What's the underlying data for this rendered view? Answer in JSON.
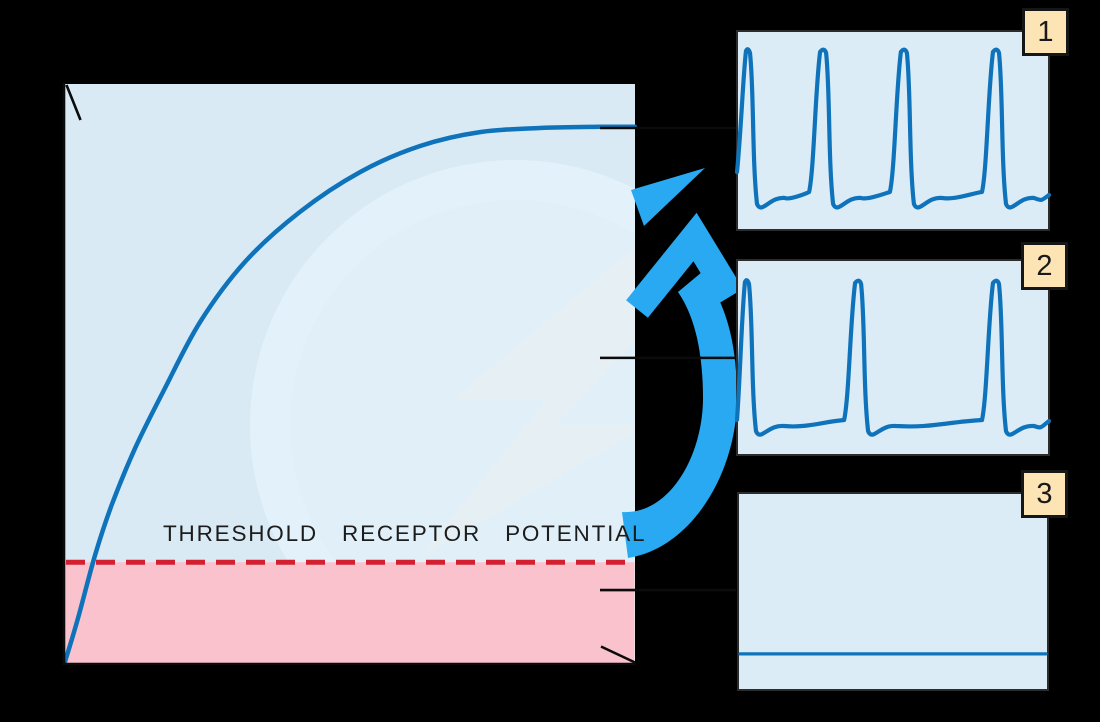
{
  "graph": {
    "threshold_label": "THRESHOLD RECEPTOR POTENTIAL"
  },
  "panels": [
    {
      "label": "1"
    },
    {
      "label": "2"
    },
    {
      "label": "3"
    }
  ],
  "colors": {
    "background": "#000000",
    "plot_fill": "#d9eaf5",
    "panel_fill": "#dbecf6",
    "below_threshold": "#f9c2cc",
    "threshold_red": "#d31f2f",
    "curve_blue": "#0f73bb",
    "arrow_blue": "#29a9f1",
    "tag_fill": "#fce4b4",
    "ink": "#0b0b0b"
  },
  "chart_data": [
    {
      "id": "receptor-potential-graph",
      "type": "line",
      "title": "",
      "x_axis": {
        "label": "",
        "tick_labels": [],
        "arrowhead": true
      },
      "y_axis": {
        "label": "",
        "tick_labels": [],
        "arrowhead": true
      },
      "grid": false,
      "threshold": {
        "label": "THRESHOLD RECEPTOR POTENTIAL",
        "y_frac": 0.174,
        "style": "dashed",
        "dash": [
          19,
          11
        ]
      },
      "curve": {
        "shape": "saturating rise of receptor potential with stimulus intensity",
        "points_frac": [
          [
            0,
            0.002
          ],
          [
            0.023,
            0.078
          ],
          [
            0.053,
            0.187
          ],
          [
            0.082,
            0.273
          ],
          [
            0.123,
            0.371
          ],
          [
            0.172,
            0.468
          ],
          [
            0.237,
            0.589
          ],
          [
            0.316,
            0.693
          ],
          [
            0.412,
            0.779
          ],
          [
            0.518,
            0.848
          ],
          [
            0.623,
            0.893
          ],
          [
            0.728,
            0.917
          ],
          [
            0.833,
            0.924
          ],
          [
            0.939,
            0.926
          ],
          [
            1,
            0.926
          ]
        ]
      },
      "right_edge_ticks": [
        {
          "panel": "1",
          "y_frac": 0.924
        },
        {
          "panel": "2",
          "y_frac": 0.527
        },
        {
          "panel": "3",
          "y_frac": 0.126
        }
      ]
    },
    {
      "id": "trace-1",
      "type": "line",
      "label": "1",
      "spike_count": 4,
      "spikes_x_frac": [
        0.032,
        0.276,
        0.535,
        0.83
      ],
      "baseline_frac": 0.824,
      "peak_frac": 0.08,
      "dip_frac": 0.894,
      "enter_frac": 0.709,
      "exit_frac": 0.834
    },
    {
      "id": "trace-2",
      "type": "line",
      "label": "2",
      "spike_count": 3,
      "spikes_x_frac": [
        0.029,
        0.388,
        0.83
      ],
      "baseline_frac": 0.836,
      "peak_frac": 0.092,
      "dip_frac": 0.903,
      "enter_frac": 0.82,
      "exit_frac": 0.836
    },
    {
      "id": "trace-3",
      "type": "line",
      "label": "3",
      "spike_count": 0,
      "flat_y_frac": 0.817
    }
  ]
}
